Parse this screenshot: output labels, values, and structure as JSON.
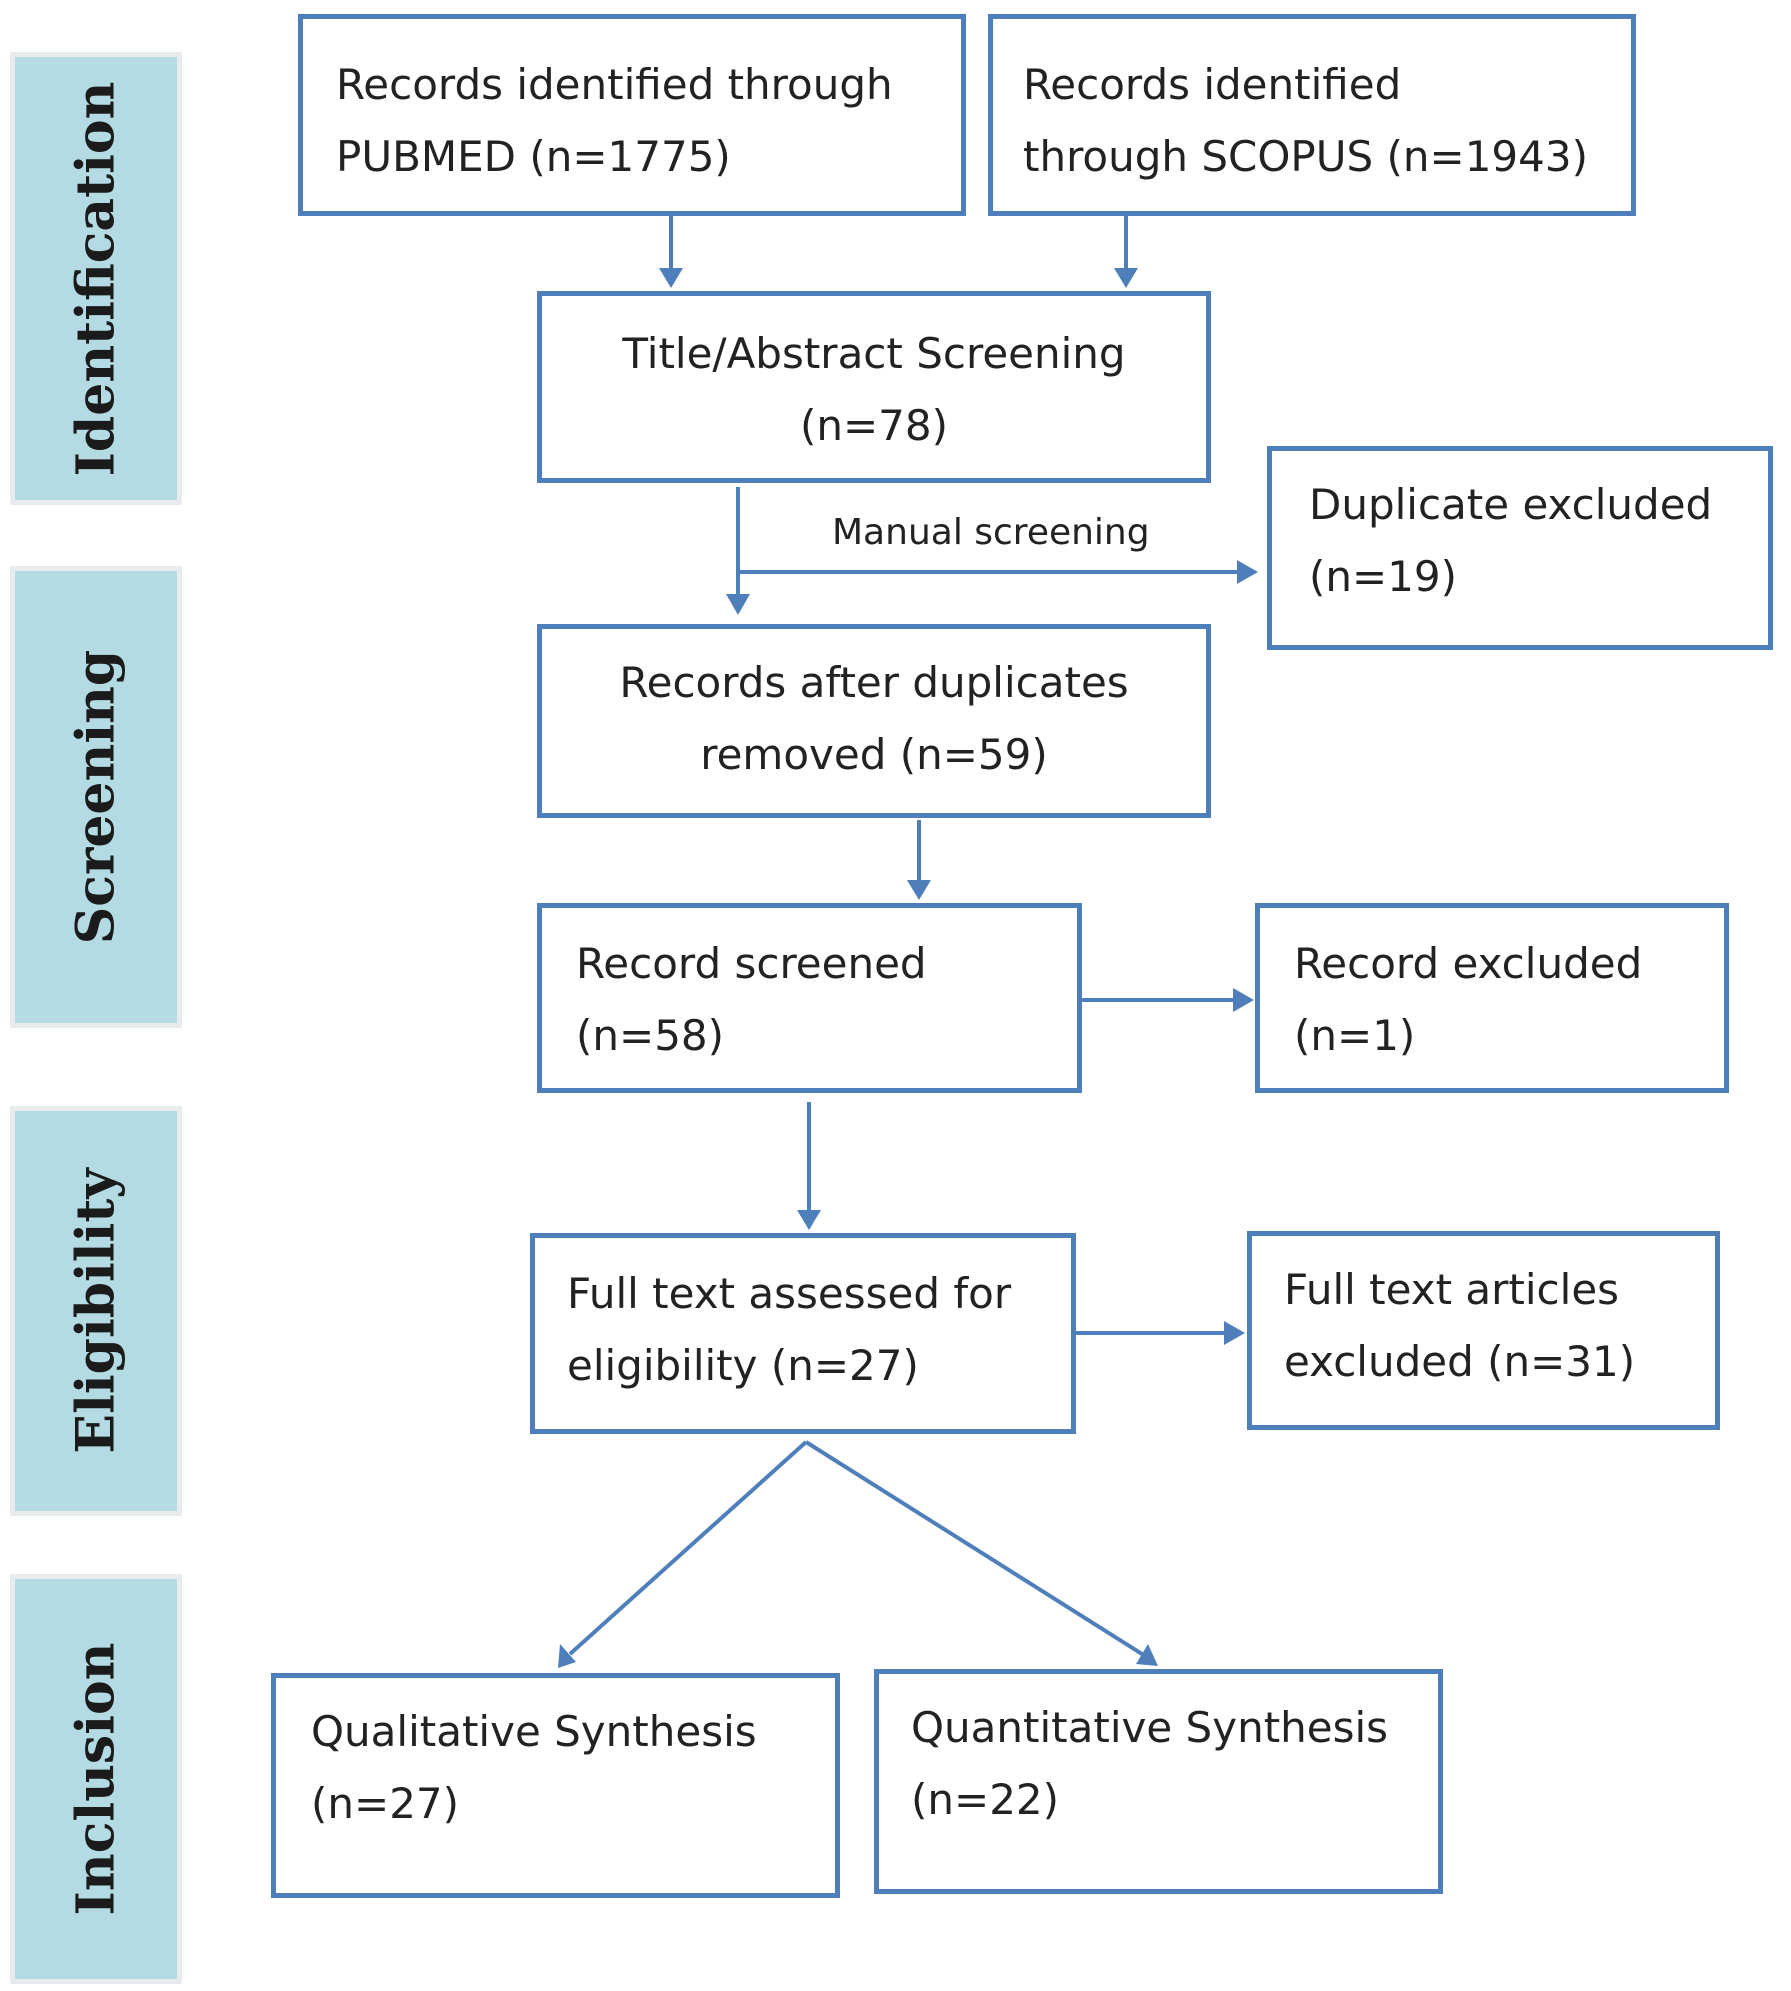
{
  "phases": {
    "identification": "Identification",
    "screening": "Screening",
    "eligibility": "Eligibility",
    "inclusion": "Inclusion"
  },
  "boxes": {
    "pubmed": {
      "line1": "Records identified through",
      "line2": "PUBMED (n=1775)"
    },
    "scopus": {
      "line1": "Records identified",
      "line2": "through SCOPUS (n=1943)"
    },
    "title_abstract": {
      "line1": "Title/Abstract Screening",
      "line2": "(n=78)"
    },
    "duplicate_excluded": {
      "line1": "Duplicate excluded",
      "line2": "(n=19)"
    },
    "after_duplicates": {
      "line1": "Records after duplicates",
      "line2": "removed (n=59)"
    },
    "record_screened": {
      "line1": "Record screened",
      "line2": "(n=58)"
    },
    "record_excluded": {
      "line1": "Record excluded",
      "line2": "(n=1)"
    },
    "full_text_assessed": {
      "line1": "Full text assessed for",
      "line2": "eligibility (n=27)"
    },
    "full_text_excluded": {
      "line1": "Full text articles",
      "line2": "excluded (n=31)"
    },
    "qualitative": {
      "line1": "Qualitative Synthesis",
      "line2": "(n=27)"
    },
    "quantitative": {
      "line1": "Quantitative Synthesis",
      "line2": "(n=22)"
    }
  },
  "edge_labels": {
    "manual_screening": "Manual screening"
  },
  "colors": {
    "box_border": "#4f7fba",
    "arrow": "#4f7fba",
    "phase_fill": "#b4dbe3"
  }
}
